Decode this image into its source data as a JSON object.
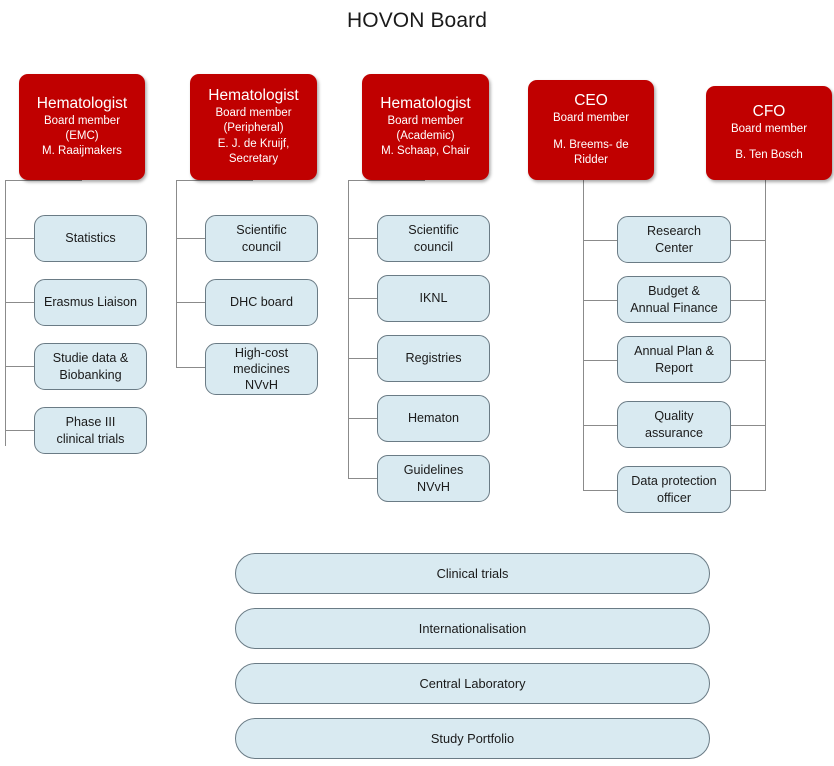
{
  "title": "HOVON Board",
  "colors": {
    "executive_fill": "#C00000",
    "executive_text": "#FFFFFF",
    "unit_fill": "#D9EAF1",
    "unit_border": "#6A7B85",
    "connector": "#8B8B8B",
    "background": "#FFFFFF"
  },
  "executives": [
    {
      "role": "Hematologist",
      "position": "Board member",
      "affiliation": "(EMC)",
      "name": "M. Raaijmakers",
      "spacer": false
    },
    {
      "role": "Hematologist",
      "position": "Board member",
      "affiliation": "(Peripheral)",
      "name": "E. J. de Kruijf,",
      "name2": "Secretary",
      "spacer": false
    },
    {
      "role": "Hematologist",
      "position": "Board member",
      "affiliation": "(Academic)",
      "name": "M. Schaap, Chair",
      "spacer": false
    },
    {
      "role": "CEO",
      "position": "Board member",
      "affiliation": "",
      "name": "M. Breems- de",
      "name2": "Ridder",
      "spacer": true
    },
    {
      "role": "CFO",
      "position": "Board member",
      "affiliation": "",
      "name": "B. Ten Bosch",
      "spacer": true
    }
  ],
  "columns": [
    {
      "owner": "Hematologist (EMC) - M. Raaijmakers",
      "units": [
        {
          "label": "Statistics"
        },
        {
          "label": "Erasmus Liaison"
        },
        {
          "label": "Studie data &",
          "label2": "Biobanking"
        },
        {
          "label": "Phase III",
          "label2": "clinical trials"
        }
      ]
    },
    {
      "owner": "Hematologist (Peripheral) - E. J. de Kruijf",
      "units": [
        {
          "label": "Scientific",
          "label2": "council"
        },
        {
          "label": "DHC board"
        },
        {
          "label": "High-cost",
          "label2": "medicines",
          "label3": "NVvH"
        }
      ]
    },
    {
      "owner": "Hematologist (Academic) - M. Schaap",
      "units": [
        {
          "label": "Scientific",
          "label2": "council"
        },
        {
          "label": "IKNL"
        },
        {
          "label": "Registries"
        },
        {
          "label": "Hematon"
        },
        {
          "label": "Guidelines",
          "label2": "NVvH"
        }
      ]
    },
    {
      "owner": "CEO and CFO (shared)",
      "units": [
        {
          "label": "Research",
          "label2": "Center"
        },
        {
          "label": "Budget &",
          "label2": "Annual Finance"
        },
        {
          "label": "Annual Plan &",
          "label2": "Report"
        },
        {
          "label": "Quality",
          "label2": "assurance"
        },
        {
          "label": "Data protection",
          "label2": "officer"
        }
      ]
    }
  ],
  "footer_units": [
    {
      "label": "Clinical trials"
    },
    {
      "label": "Internationalisation"
    },
    {
      "label": "Central Laboratory"
    },
    {
      "label": "Study Portfolio"
    }
  ]
}
